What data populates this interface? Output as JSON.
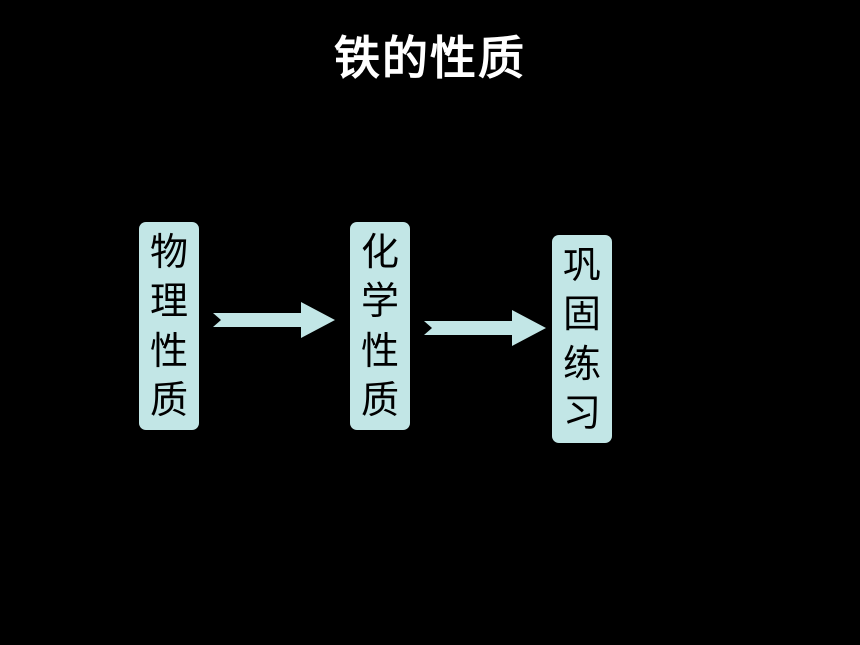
{
  "title": "铁的性质",
  "colors": {
    "background": "#000000",
    "box_fill": "#c2e6e6",
    "arrow_fill": "#c2e6e6",
    "title_text": "#ffffff"
  },
  "flow": {
    "steps": [
      {
        "chars": [
          "物",
          "理",
          "性",
          "质"
        ]
      },
      {
        "chars": [
          "化",
          "学",
          "性",
          "质"
        ]
      },
      {
        "chars": [
          "巩",
          "固",
          "练",
          "习"
        ]
      }
    ]
  }
}
